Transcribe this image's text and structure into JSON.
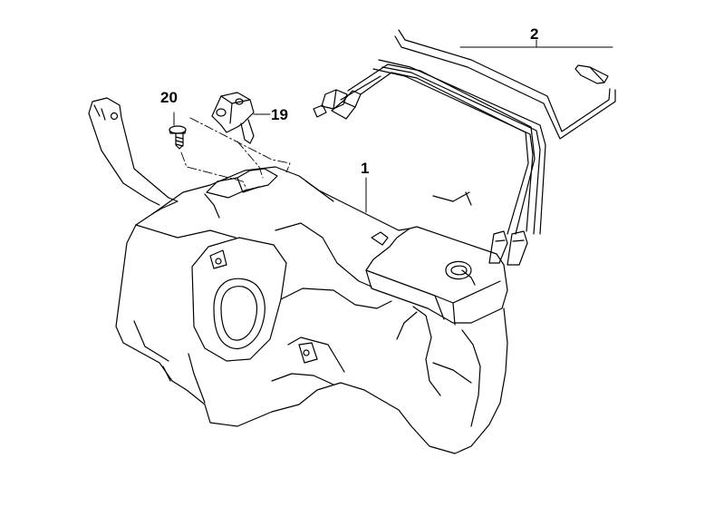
{
  "diagram": {
    "stroke_color": "#000000",
    "background_color": "#ffffff",
    "callouts": {
      "tank": "1",
      "fuel_lines": "2",
      "bracket": "19",
      "screw": "20"
    }
  }
}
